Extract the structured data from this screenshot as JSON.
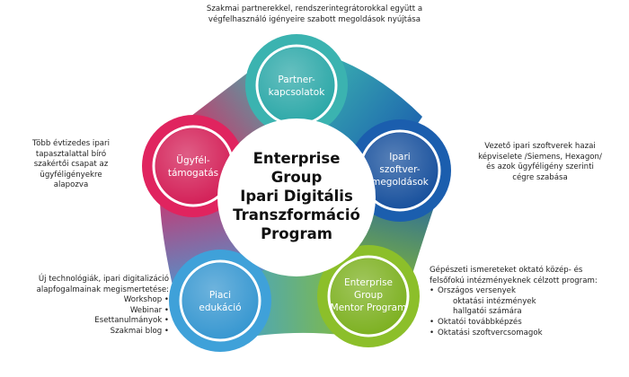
{
  "center": {
    "lines": [
      "Enterprise",
      "Group",
      "Ipari Digitális",
      "Transzformáció",
      "Program"
    ]
  },
  "nodes": {
    "partner": {
      "lines": [
        "Partner-",
        "kapcsolatok"
      ]
    },
    "software": {
      "lines": [
        "Ipari",
        "szoftver-",
        "megoldások"
      ]
    },
    "mentor": {
      "lines": [
        "Enterprise",
        "Group",
        "Mentor Program"
      ]
    },
    "education": {
      "lines": [
        "Piaci",
        "edukáció"
      ]
    },
    "support": {
      "lines": [
        "Ügyfél-",
        "támogatás"
      ]
    }
  },
  "annotations": {
    "top": [
      "Szakmai partnerekkel, rendszerintegrátorokkal együtt a",
      "végfelhasználó igényeire szabott megoldások nyújtása"
    ],
    "left": [
      "Több évtizedes ipari",
      "tapasztalattal bíró",
      "szakértői csapat az",
      "ügyféligényekre",
      "alapozva"
    ],
    "right": [
      "Vezető ipari szoftverek hazai",
      "képviselete /Siemens, Hexagon/",
      "és azok ügyféligény szerinti",
      "cégre szabása"
    ],
    "bottom_left": {
      "intro": [
        "Új technológiák, ipari digitalizáció",
        "alapfogalmainak megismertetése:"
      ],
      "items": [
        "Workshop",
        "Webinar",
        "Esettanulmányok",
        "Szakmai blog"
      ]
    },
    "bottom_right": {
      "intro": [
        "Gépészeti ismereteket oktató közép- és",
        "felsőfokú intézményeknek célzott program:"
      ],
      "items": [
        "Országos versenyek",
        "oktatási intézmények",
        "hallgatói számára",
        "Oktatói továbbképzés",
        "Oktatási szoftvercsomagok"
      ]
    }
  },
  "colors": {
    "partner": "#3bb3b0",
    "software": "#1b5eae",
    "mentor": "#8cbf2a",
    "education": "#3fa1d9",
    "support": "#e0245f"
  }
}
